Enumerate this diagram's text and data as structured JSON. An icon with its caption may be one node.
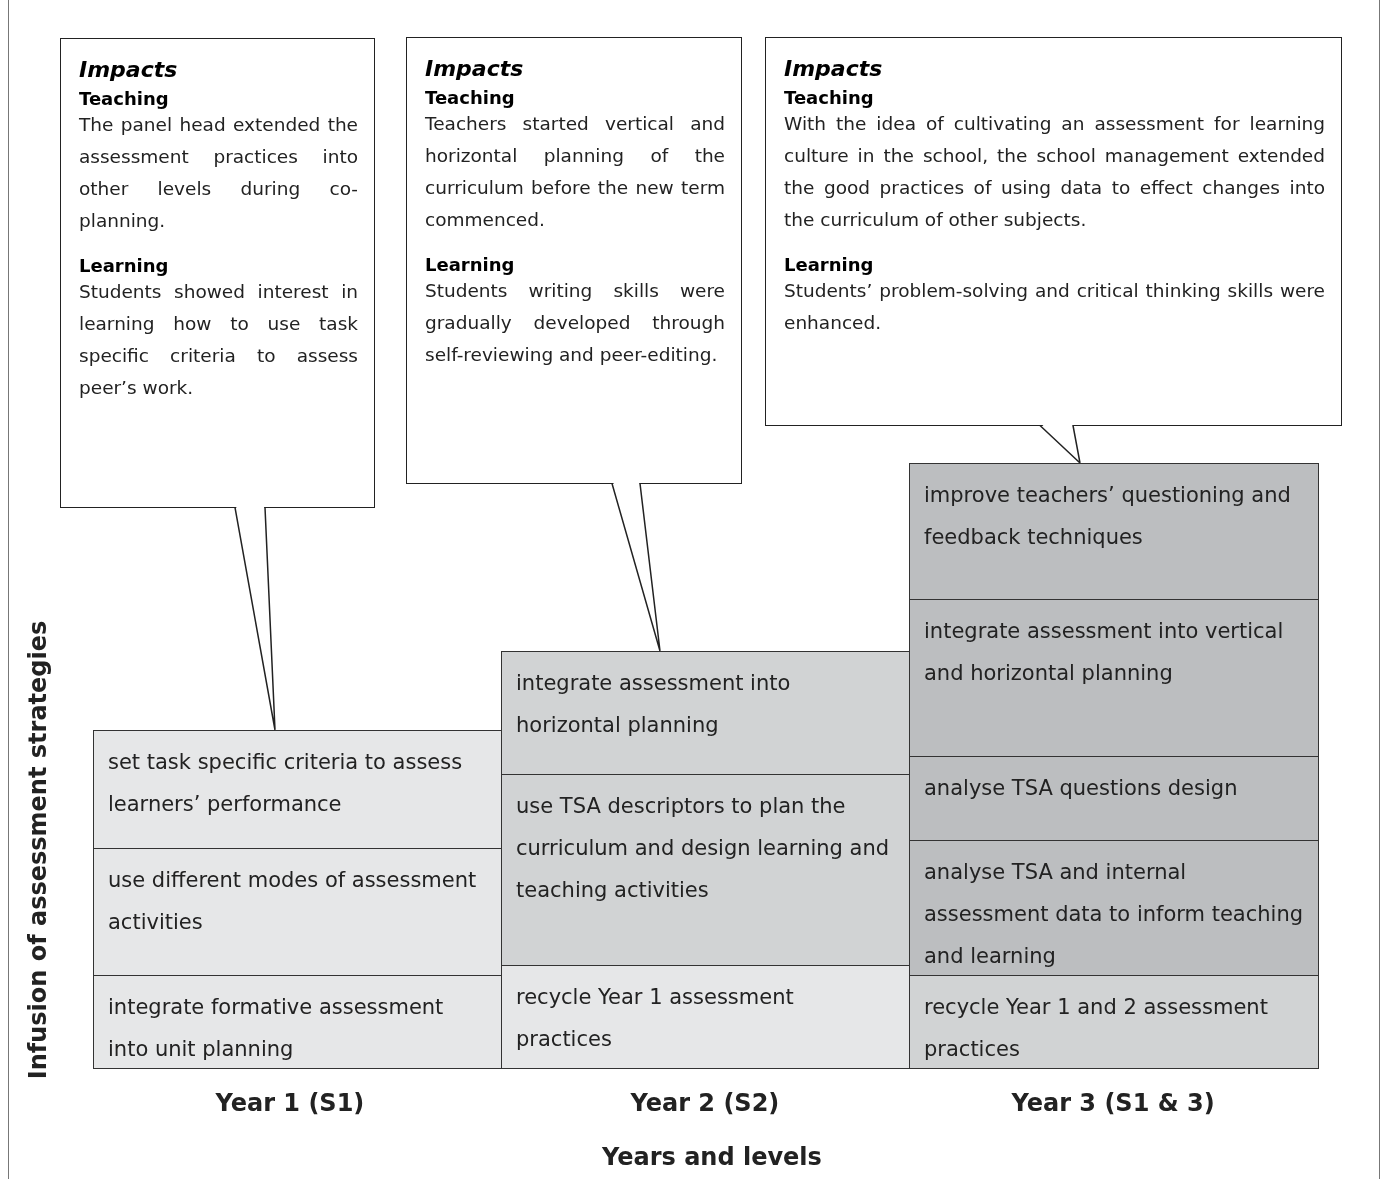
{
  "diagram": {
    "nodes": [
      {
        "text": [
          "Impacts",
          "Teaching",
          "The panel head extended the assessment practices into other levels during co-planning.",
          "Learning",
          "Students showed interest in learning how to use task specific criteria to assess peer’s work."
        ]
      },
      {
        "text": [
          "Impacts",
          "Teaching",
          "Teachers started vertical and horizontal planning of the curriculum before the new term commenced.",
          "Learning",
          "Students writing skills were gradually developed through self-reviewing and peer-editing."
        ]
      },
      {
        "text": [
          "Impacts",
          "Teaching",
          "With the idea of cultivating an assessment for learning culture in the school, the school management extended the good practices of using data to effect changes into the curriculum of other subjects.",
          "Learning",
          "Students’ problem-solving and critical thinking skills were enhanced."
        ]
      },
      {
        "text": [
          "set task specific criteria to assess learners’ performance"
        ]
      },
      {
        "text": [
          "use different modes of assessment activities"
        ]
      },
      {
        "text": [
          "integrate formative assessment into unit planning"
        ]
      },
      {
        "text": [
          "integrate assessment into horizontal planning"
        ]
      },
      {
        "text": [
          "use TSA descriptors to plan the curriculum and design learning and teaching activities"
        ]
      },
      {
        "text": [
          "recycle Year 1 assessment practices"
        ]
      },
      {
        "text": [
          "improve teachers’ questioning and feedback techniques"
        ]
      },
      {
        "text": [
          "integrate assessment into vertical and horizontal planning"
        ]
      },
      {
        "text": [
          "analyse TSA questions design"
        ]
      },
      {
        "text": [
          "analyse TSA and internal assessment data to inform teaching and learning"
        ]
      },
      {
        "text": [
          "recycle Year 1 and 2 assessment practices"
        ]
      }
    ],
    "edges": [
      {
        "from": 0,
        "to": 3,
        "arrow": "none"
      },
      {
        "from": 1,
        "to": 6,
        "arrow": "none"
      },
      {
        "from": 2,
        "to": 9,
        "arrow": "none"
      }
    ],
    "labels": [
      "Infusion of assessment strategies",
      "Year 1 (S1)",
      "Year 2 (S2)",
      "Year 3 (S1 & 3)",
      "Years and levels"
    ]
  }
}
